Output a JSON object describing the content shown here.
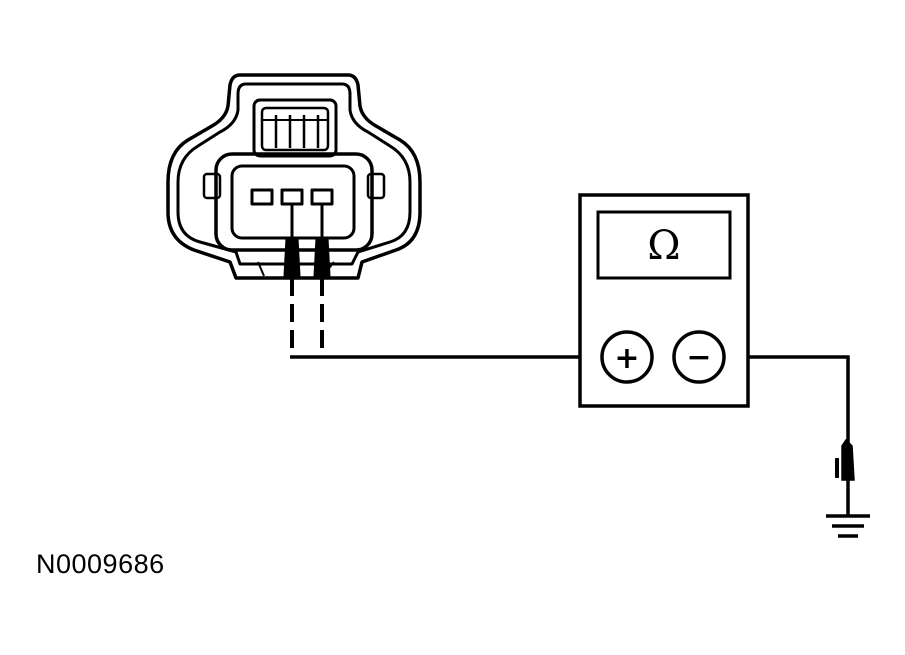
{
  "figure_id": "N0009686",
  "meter": {
    "display_symbol": "Ω",
    "positive_label": "+",
    "negative_label": "−"
  },
  "connector": {
    "pin_count": 3
  },
  "colors": {
    "line": "#000000",
    "background": "#ffffff"
  }
}
